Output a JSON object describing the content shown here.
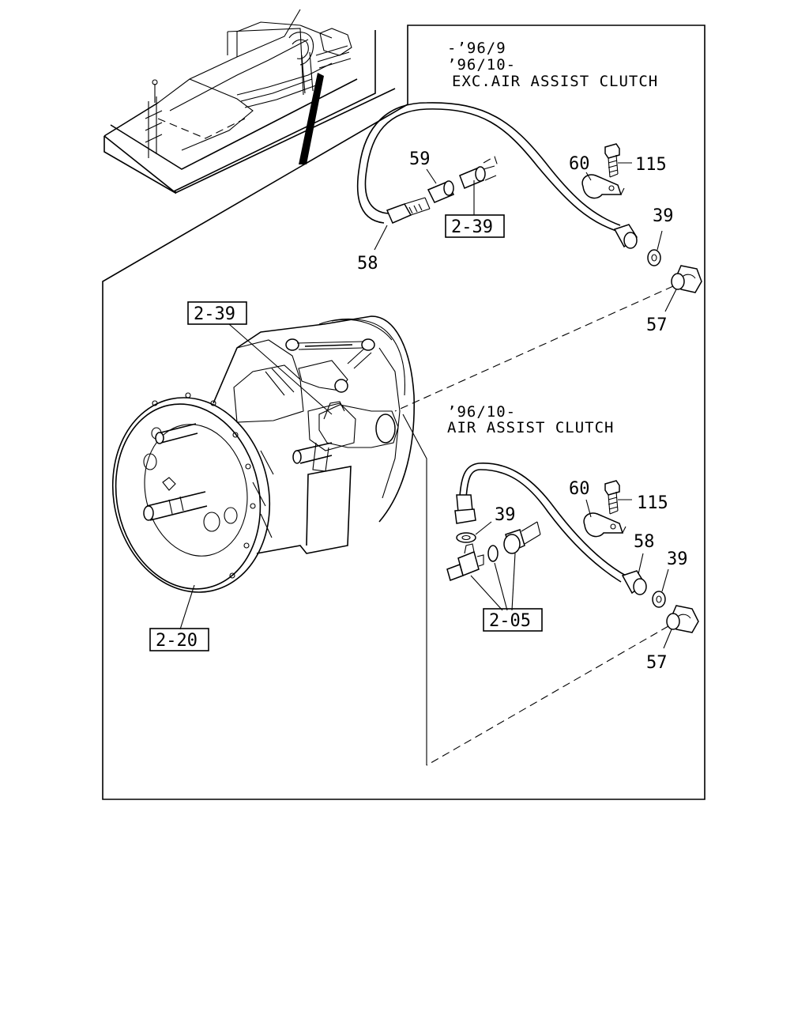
{
  "notes": {
    "upper_line1": "-’96/9",
    "upper_line2": "’96/10-",
    "upper_line3": "EXC.AIR ASSIST CLUTCH",
    "lower_line1": "’96/10-",
    "lower_line2": "AIR ASSIST CLUTCH"
  },
  "callouts": {
    "upper_59": "59",
    "upper_60": "60",
    "upper_115": "115",
    "upper_39": "39",
    "upper_58": "58",
    "upper_57": "57",
    "lower_39_left": "39",
    "lower_60": "60",
    "lower_115": "115",
    "lower_58": "58",
    "lower_39_right": "39",
    "lower_57": "57"
  },
  "refs": {
    "upper_2_39": "2-39",
    "main_2_39": "2-39",
    "ref_2_20": "2-20",
    "ref_2_05": "2-05"
  }
}
